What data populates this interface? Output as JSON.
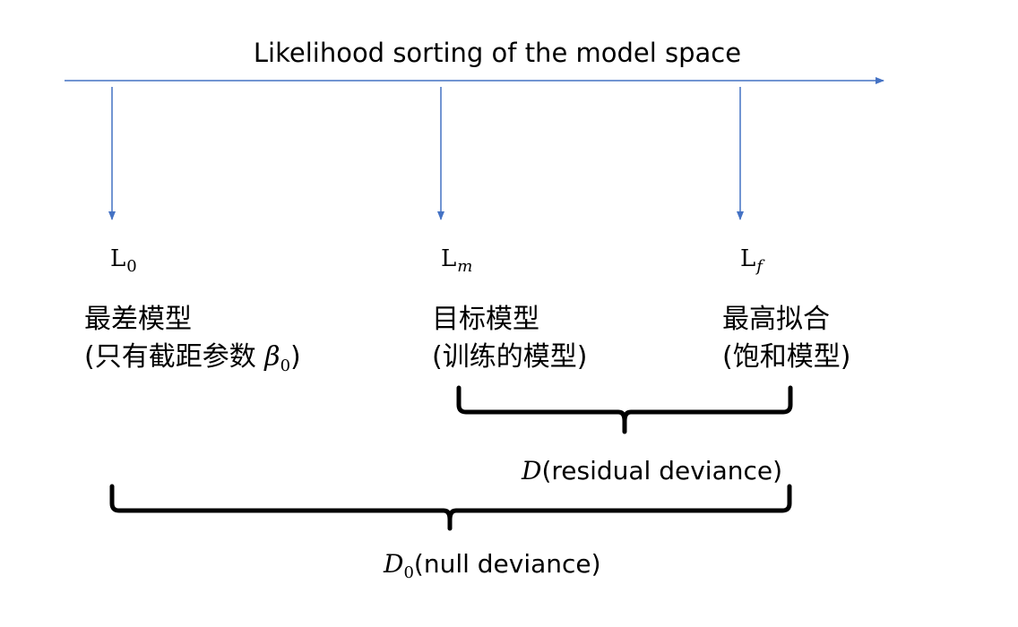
{
  "axis": {
    "title": "Likelihood sorting of the model space",
    "color": "#4472c4"
  },
  "models": [
    {
      "symbol": "L",
      "subscript": "0",
      "line1": "最差模型",
      "line2_prefix": "(只有截距参数 ",
      "line2_math": "β",
      "line2_math_sub": "0",
      "line2_suffix": ")"
    },
    {
      "symbol": "L",
      "subscript": "m",
      "line1": "目标模型",
      "line2": "(训练的模型)"
    },
    {
      "symbol": "L",
      "subscript": "f",
      "line1": "最高拟合",
      "line2": "(饱和模型)"
    }
  ],
  "deviances": {
    "residual": {
      "symbol": "D",
      "text": "(residual deviance)"
    },
    "null": {
      "symbol": "D",
      "subscript": "0",
      "text": "(null deviance)"
    }
  }
}
